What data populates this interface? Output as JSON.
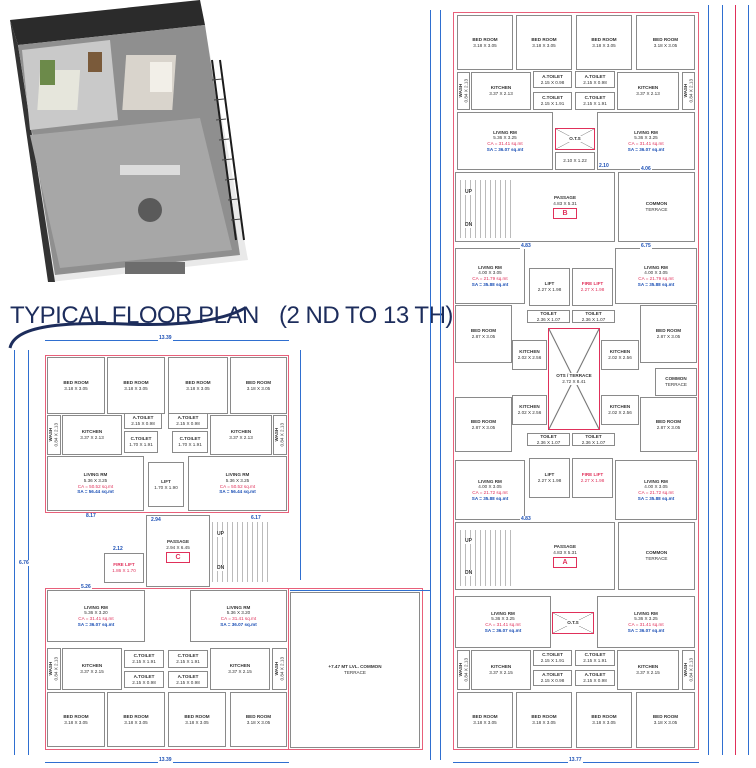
{
  "title": {
    "main": "TYPICAL FLOOR PLAN",
    "floors": "(2 ND TO 13 TH)"
  },
  "colors": {
    "title": "#1d2d5c",
    "outline": "#e8607a",
    "dimension": "#2f6fd0",
    "wall": "#8a8a8a",
    "area_ca": "#e0305a",
    "area_sa": "#1b4fb5"
  },
  "render_3d": {
    "description_icon": "3d-apartment-render"
  },
  "dimensions": [
    "13.39",
    "13.39",
    "13.77",
    "8.17",
    "6.17",
    "2.94",
    "2.12",
    "5.26",
    "4.83",
    "4.83",
    "4.06",
    "6.75",
    "2.10",
    "6.76"
  ],
  "rooms": [
    {
      "n": "BED ROOM",
      "s": "3.18 X 3.05"
    },
    {
      "n": "BED ROOM",
      "s": "3.18 X 3.05"
    },
    {
      "n": "BED ROOM",
      "s": "3.18 X 3.05"
    },
    {
      "n": "BED ROOM",
      "s": "3.18 X 3.05"
    },
    {
      "n": "WASH",
      "s": "0.84 X 2.13"
    },
    {
      "n": "KITCHEN",
      "s": "3.37 X 2.13"
    },
    {
      "n": "A.TOILET",
      "s": "2.15 X 0.98"
    },
    {
      "n": "A.TOILET",
      "s": "2.15 X 0.98"
    },
    {
      "n": "C.TOILET",
      "s": "1.70 X 1.91"
    },
    {
      "n": "C.TOILET",
      "s": "1.70 X 1.91"
    },
    {
      "n": "KITCHEN",
      "s": "3.37 X 2.13"
    },
    {
      "n": "WASH",
      "s": "0.84 X 2.13"
    },
    {
      "n": "LIVING RM",
      "s": "5.36 X 3.25",
      "ca": "CA = 50.52 sq.mt",
      "sa": "SA = 56.44 sq.mt"
    },
    {
      "n": "LIFT",
      "s": "1.70 X 1.90"
    },
    {
      "n": "LIVING RM",
      "s": "5.36 X 3.25",
      "ca": "CA = 50.52 sq.mt",
      "sa": "SA = 56.44 sq.mt"
    },
    {
      "n": "PASSAGE",
      "s": "2.94 X 6.45",
      "badge": "C"
    },
    {
      "n": "FIRE LIFT",
      "s": "1.86 X 1.70"
    },
    {
      "n": "LIVING RM",
      "s": "5.36 X 3.20",
      "ca": "CA = 31.41 sq.mt",
      "sa": "SA = 36.07 sq.mt"
    },
    {
      "n": "LIVING RM",
      "s": "5.36 X 3.20",
      "ca": "CA = 31.41 sq.mt",
      "sa": "SA = 36.07 sq.mt"
    },
    {
      "n": "C.TOILET",
      "s": "2.15 X 1.91"
    },
    {
      "n": "C.TOILET",
      "s": "2.15 X 1.91"
    },
    {
      "n": "A.TOILET",
      "s": "2.15 X 0.98"
    },
    {
      "n": "A.TOILET",
      "s": "2.15 X 0.98"
    },
    {
      "n": "KITCHEN",
      "s": "3.37 X 2.15"
    },
    {
      "n": "WASH",
      "s": "0.84 X 2.13"
    },
    {
      "n": "KITCHEN",
      "s": "3.37 X 2.15"
    },
    {
      "n": "WASH",
      "s": "0.84 X 2.13"
    },
    {
      "n": "BED ROOM",
      "s": "3.18 X 3.05"
    },
    {
      "n": "BED ROOM",
      "s": "3.18 X 3.05"
    },
    {
      "n": "BED ROOM",
      "s": "3.18 X 3.05"
    },
    {
      "n": "BED ROOM",
      "s": "3.18 X 3.05"
    },
    {
      "n": "+7.47 MT LVL. COMMON",
      "s": "TERRACE"
    },
    {
      "n": "BED ROOM",
      "s": "3.18 X 3.05"
    },
    {
      "n": "BED ROOM",
      "s": "3.18 X 3.05"
    },
    {
      "n": "BED ROOM",
      "s": "3.18 X 3.05"
    },
    {
      "n": "BED ROOM",
      "s": "3.18 X 3.05"
    },
    {
      "n": "WASH",
      "s": "0.84 X 2.13"
    },
    {
      "n": "KITCHEN",
      "s": "3.37 X 2.13"
    },
    {
      "n": "A.TOILET",
      "s": "2.15 X 0.98"
    },
    {
      "n": "A.TOILET",
      "s": "2.15 X 0.98"
    },
    {
      "n": "C.TOILET",
      "s": "2.15 X 1.91"
    },
    {
      "n": "C.TOILET",
      "s": "2.15 X 1.91"
    },
    {
      "n": "KITCHEN",
      "s": "3.37 X 2.13"
    },
    {
      "n": "WASH",
      "s": "0.84 X 2.13"
    },
    {
      "n": "LIVING RM",
      "s": "5.36 X 3.25",
      "ca": "CA = 31.41 sq.mt",
      "sa": "SA = 36.07 sq.mt"
    },
    {
      "n": "O.T.S",
      "s": ""
    },
    {
      "n": "LIVING RM",
      "s": "5.36 X 3.25",
      "ca": "CA = 31.41 sq.mt",
      "sa": "SA = 36.07 sq.mt"
    },
    {
      "n": "",
      "s": "2.10 X 1.22"
    },
    {
      "n": "PASSAGE",
      "s": "4.83 X 5.31",
      "badge": "B"
    },
    {
      "n": "COMMON",
      "s": "TERRACE"
    },
    {
      "n": "LIVING RM",
      "s": "4.00 X 3.05",
      "ca": "CA = 21.79 sq.mt",
      "sa": "SA = 35.88 sq.mt"
    },
    {
      "n": "LIFT",
      "s": "2.27 X 1.98"
    },
    {
      "n": "FIRE LIFT",
      "s": "2.27 X 1.98"
    },
    {
      "n": "LIVING RM",
      "s": "4.00 X 3.05",
      "ca": "CA = 21.79 sq.mt",
      "sa": "SA = 35.88 sq.mt"
    },
    {
      "n": "TOILET",
      "s": "2.36 X 1.07"
    },
    {
      "n": "TOILET",
      "s": "2.36 X 1.07"
    },
    {
      "n": "BED ROOM",
      "s": "2.87 X 3.05"
    },
    {
      "n": "KITCHEN",
      "s": "2.02 X 2.56"
    },
    {
      "n": "OTS / TERRACE",
      "s": "2.72 X 8.41"
    },
    {
      "n": "KITCHEN",
      "s": "2.02 X 2.56"
    },
    {
      "n": "BED ROOM",
      "s": "2.87 X 3.05"
    },
    {
      "n": "COMMON",
      "s": "TERRACE"
    },
    {
      "n": "KITCHEN",
      "s": "2.02 X 2.56"
    },
    {
      "n": "KITCHEN",
      "s": "2.02 X 2.56"
    },
    {
      "n": "BED ROOM",
      "s": "2.87 X 3.05"
    },
    {
      "n": "BED ROOM",
      "s": "2.87 X 3.05"
    },
    {
      "n": "TOILET",
      "s": "2.36 X 1.07"
    },
    {
      "n": "TOILET",
      "s": "2.36 X 1.07"
    },
    {
      "n": "LIFT",
      "s": "2.27 X 1.98"
    },
    {
      "n": "FIRE LIFT",
      "s": "2.27 X 1.98"
    },
    {
      "n": "LIVING RM",
      "s": "4.00 X 3.05",
      "ca": "CA = 21.72 sq.mt",
      "sa": "SA = 35.88 sq.mt"
    },
    {
      "n": "LIVING RM",
      "s": "4.00 X 3.05",
      "ca": "CA = 21.72 sq.mt",
      "sa": "SA = 35.88 sq.mt"
    },
    {
      "n": "PASSAGE",
      "s": "4.83 X 5.31",
      "badge": "A"
    },
    {
      "n": "COMMON",
      "s": "TERRACE"
    },
    {
      "n": "LIVING RM",
      "s": "5.36 X 3.25",
      "ca": "CA = 31.41 sq.mt",
      "sa": "SA = 36.07 sq.mt"
    },
    {
      "n": "O.T.S",
      "s": ""
    },
    {
      "n": "LIVING RM",
      "s": "5.36 X 3.25",
      "ca": "CA = 31.41 sq.mt",
      "sa": "SA = 36.07 sq.mt"
    },
    {
      "n": "C.TOILET",
      "s": "2.15 X 1.91"
    },
    {
      "n": "C.TOILET",
      "s": "2.15 X 1.91"
    },
    {
      "n": "A.TOILET",
      "s": "2.15 X 0.98"
    },
    {
      "n": "A.TOILET",
      "s": "2.15 X 0.98"
    },
    {
      "n": "KITCHEN",
      "s": "3.37 X 2.15"
    },
    {
      "n": "WASH",
      "s": "0.84 X 2.13"
    },
    {
      "n": "KITCHEN",
      "s": "3.37 X 2.15"
    },
    {
      "n": "WASH",
      "s": "0.84 X 2.13"
    },
    {
      "n": "BED ROOM",
      "s": "3.18 X 3.05"
    },
    {
      "n": "BED ROOM",
      "s": "3.18 X 3.05"
    },
    {
      "n": "BED ROOM",
      "s": "3.18 X 3.05"
    },
    {
      "n": "BED ROOM",
      "s": "3.18 X 3.05"
    }
  ],
  "stair_labels": [
    "UP",
    "DN",
    "UP",
    "DN",
    "UP",
    "DN"
  ]
}
